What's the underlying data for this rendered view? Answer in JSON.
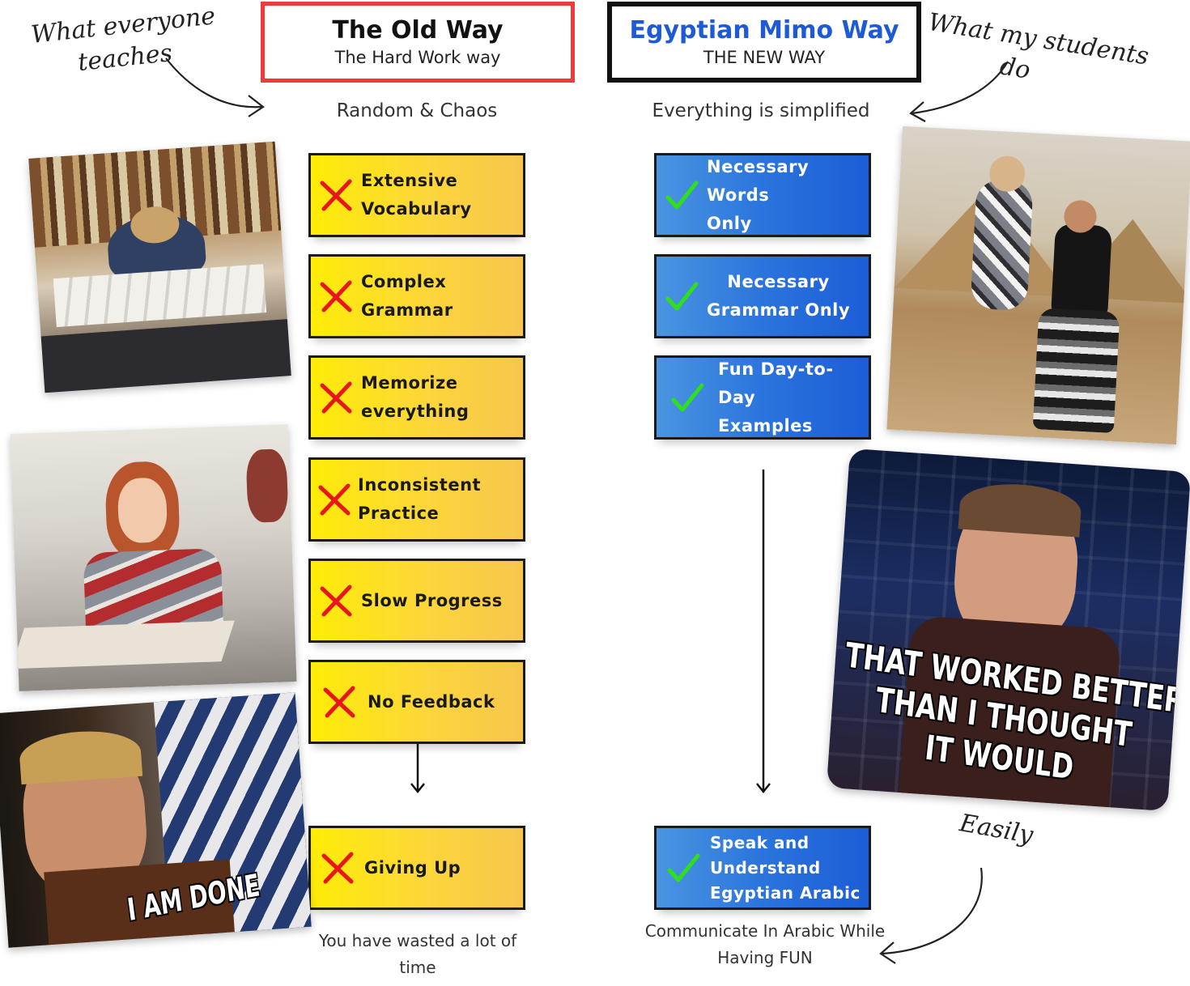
{
  "annotations": {
    "left_top_line1": "What everyone",
    "left_top_line2": "teaches",
    "right_top_line1": "What my students",
    "right_top_line2": "do",
    "right_bottom": "Easily"
  },
  "old_way": {
    "title": "The Old Way",
    "subtitle": "The Hard Work way",
    "tagline": "Random & Chaos",
    "steps": [
      {
        "line1": "Extensive",
        "line2": "Vocabulary"
      },
      {
        "line1": "Complex",
        "line2": "Grammar"
      },
      {
        "line1": "Memorize",
        "line2": "everything"
      },
      {
        "line1": "Inconsistent",
        "line2": "Practice"
      },
      {
        "line1": "Slow Progress",
        "line2": ""
      },
      {
        "line1": "No Feedback",
        "line2": ""
      }
    ],
    "result": {
      "line1": "Giving Up"
    },
    "result_caption_line1": "You have wasted a lot of",
    "result_caption_line2": "time",
    "mark_color": "#e8161b"
  },
  "new_way": {
    "title": "Egyptian Mimo Way",
    "subtitle": "THE NEW WAY",
    "tagline": "Everything is simplified",
    "steps": [
      {
        "line1": "Necessary Words",
        "line2": "Only"
      },
      {
        "line1": "Necessary",
        "line2": "Grammar Only"
      },
      {
        "line1": "Fun Day-to-Day",
        "line2": "Examples"
      }
    ],
    "result": {
      "line1": "Speak and",
      "line2": "Understand",
      "line3": "Egyptian Arabic"
    },
    "result_caption_line1": "Communicate In Arabic While",
    "result_caption_line2": "Having FUN",
    "mark_color": "#2fe019"
  },
  "photos": {
    "meme_done": "I AM DONE",
    "meme_better_line1": "THAT WORKED BETTER",
    "meme_better_line2": "THAN I THOUGHT",
    "meme_better_line3": "IT WOULD"
  },
  "colors": {
    "old_border": "#ef3b3b",
    "new_title": "#1f5ad6",
    "bad_box": "#ffec07",
    "good_box": "#2a74dd"
  }
}
